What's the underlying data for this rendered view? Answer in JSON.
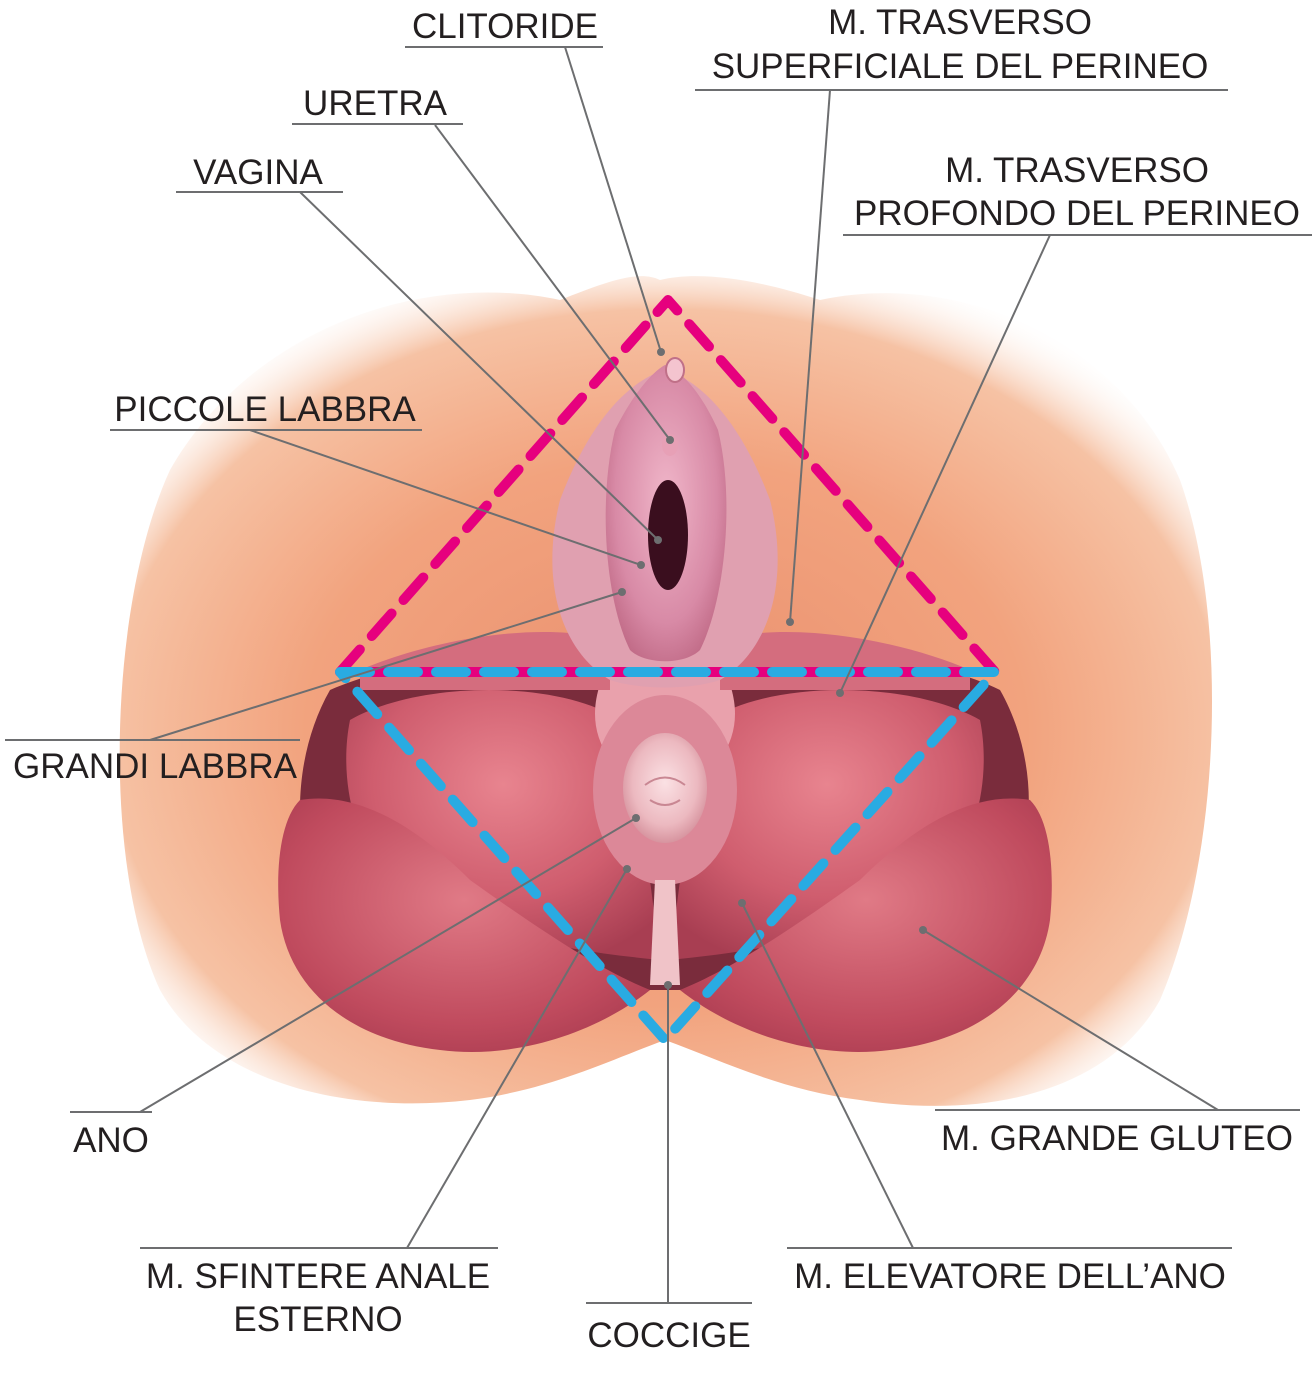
{
  "labels": {
    "clitoride": "CLITORIDE",
    "uretra": "URETRA",
    "vagina": "VAGINA",
    "trasverso_superficiale_1": "M. TRASVERSO",
    "trasverso_superficiale_2": "SUPERFICIALE DEL PERINEO",
    "trasverso_profondo_1": "M. TRASVERSO",
    "trasverso_profondo_2": "PROFONDO DEL PERINEO",
    "piccole_labbra": "PICCOLE LABBRA",
    "grandi_labbra": "GRANDI LABBRA",
    "ano": "ANO",
    "grande_gluteo": "M. GRANDE GLUTEO",
    "sfintere_1": "M. SFINTERE ANALE",
    "sfintere_2": "ESTERNO",
    "elevatore": "M. ELEVATORE DELL’ANO",
    "coccige": "COCCIGE"
  },
  "colors": {
    "urogenital_triangle": "#e6007e",
    "anal_triangle": "#29abe2",
    "skin": "#f2a37e",
    "muscle": "#cf5d6e",
    "leader_line": "#6d6e70",
    "text": "#231f20"
  }
}
